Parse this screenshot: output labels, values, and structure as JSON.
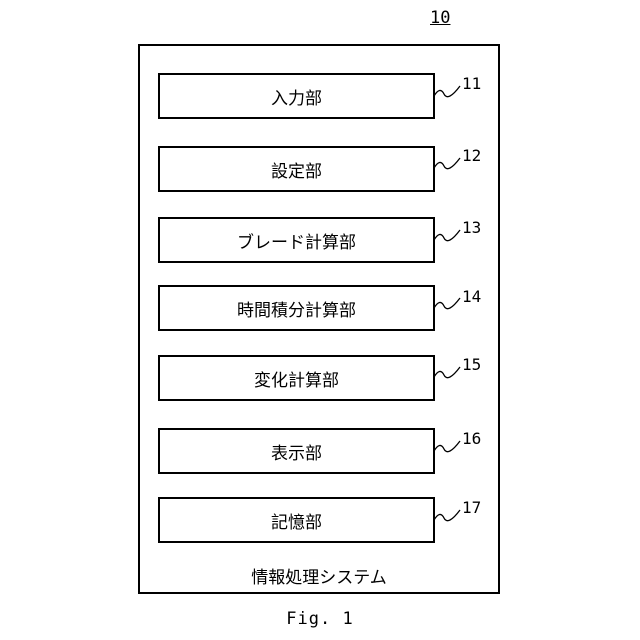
{
  "system": {
    "ref": "10",
    "label": "情報処理システム"
  },
  "modules": [
    {
      "label": "入力部",
      "ref": "11"
    },
    {
      "label": "設定部",
      "ref": "12"
    },
    {
      "label": "ブレード計算部",
      "ref": "13"
    },
    {
      "label": "時間積分計算部",
      "ref": "14"
    },
    {
      "label": "変化計算部",
      "ref": "15"
    },
    {
      "label": "表示部",
      "ref": "16"
    },
    {
      "label": "記憶部",
      "ref": "17"
    }
  ],
  "figure": {
    "caption": "Fig. 1"
  }
}
